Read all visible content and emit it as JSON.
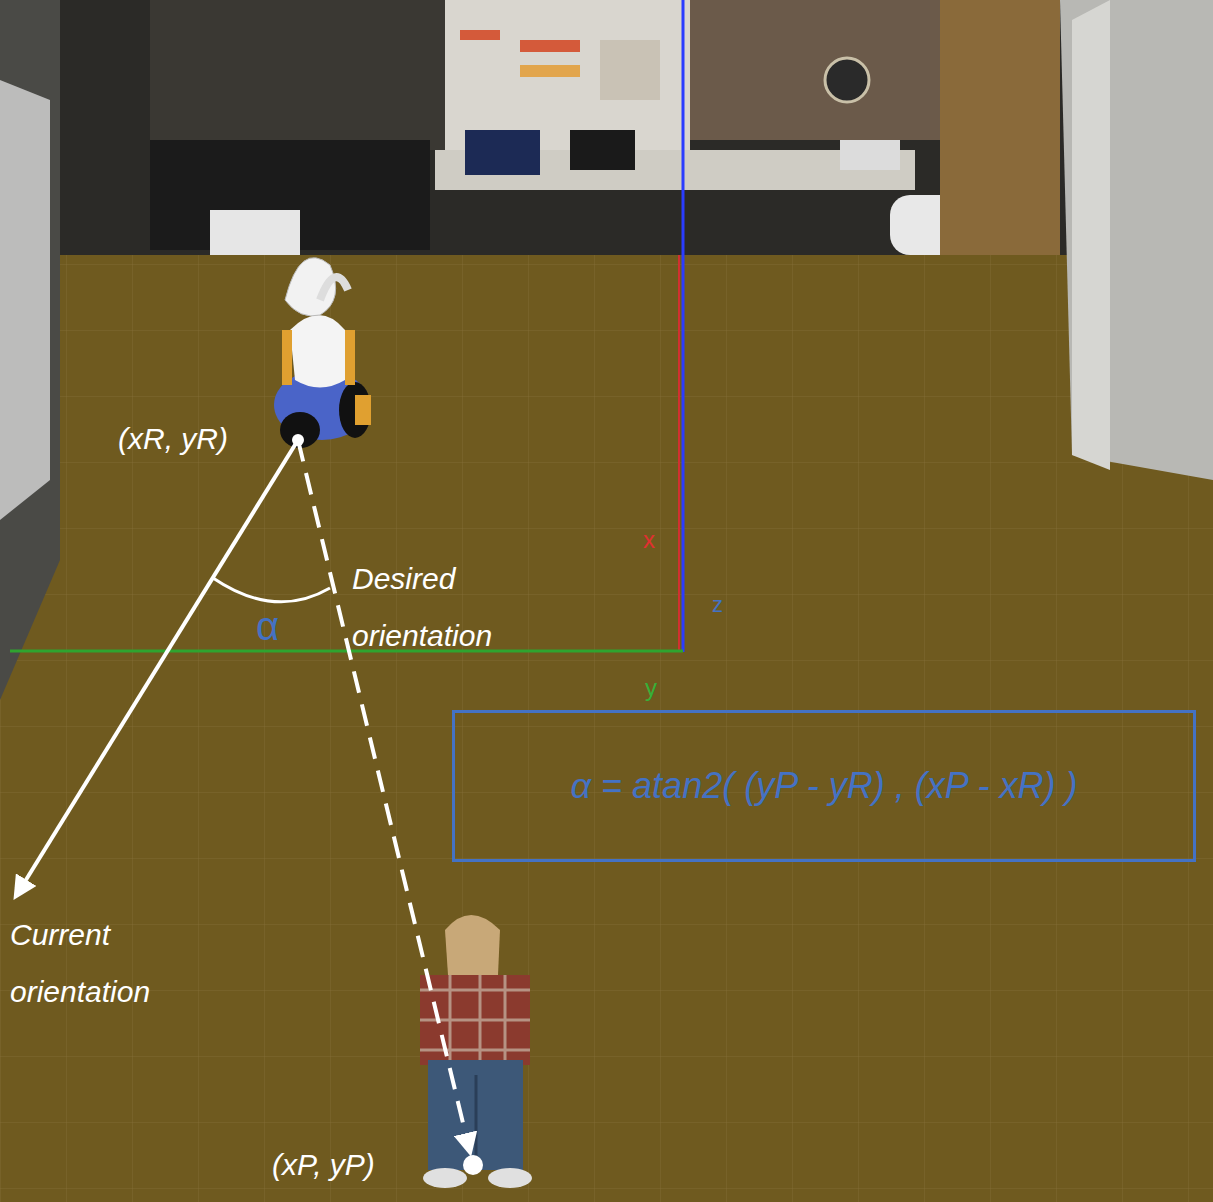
{
  "diagram": {
    "nodes": [
      {
        "text": [
          "α = atan2( (yP - yR) , (xP - xR) )"
        ]
      }
    ],
    "labels": [
      "(xR, yR)",
      "α",
      "Desired orientation",
      "x",
      "z",
      "y",
      "Current orientation",
      "(xP, yP)"
    ]
  }
}
